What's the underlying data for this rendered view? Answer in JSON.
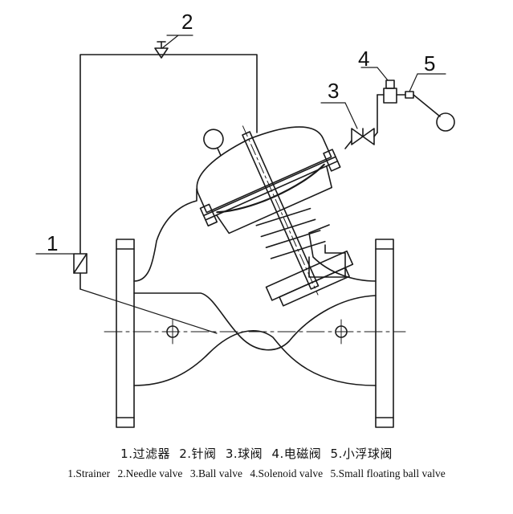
{
  "callouts": [
    "1",
    "2",
    "3",
    "4",
    "5"
  ],
  "legend_cn": [
    "1.过滤器",
    "2.针阀",
    "3.球阀",
    "4.电磁阀",
    "5.小浮球阀"
  ],
  "legend_en": [
    "1.Strainer",
    "2.Needle valve",
    "3.Ball valve",
    "4.Solenoid valve",
    "5.Small floating ball valve"
  ],
  "colors": {
    "line": "#1a1a1a",
    "background": "#ffffff"
  }
}
